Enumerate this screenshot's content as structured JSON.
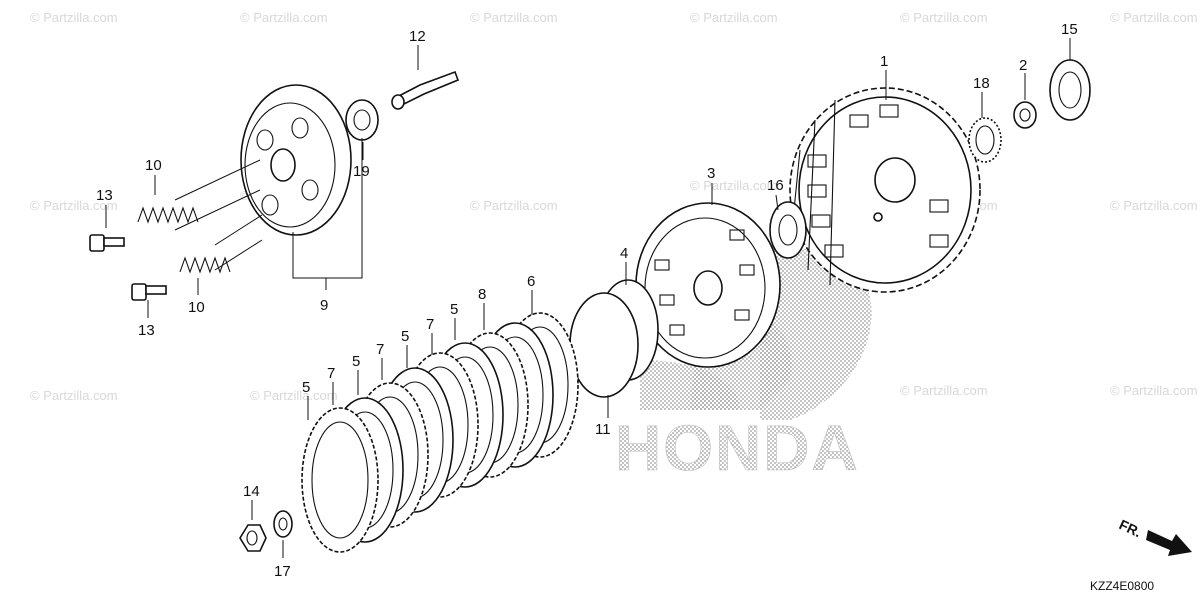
{
  "watermark": "© Partzilla.com",
  "logo_text": "HONDA",
  "diagram_code": "KZZ4E0800",
  "direction_label": "FR.",
  "callouts": {
    "c1": "1",
    "c2": "2",
    "c3": "3",
    "c4": "4",
    "c5a": "5",
    "c5b": "5",
    "c5c": "5",
    "c5d": "5",
    "c6": "6",
    "c7a": "7",
    "c7b": "7",
    "c7c": "7",
    "c8": "8",
    "c9": "9",
    "c10a": "10",
    "c10b": "10",
    "c11": "11",
    "c12": "12",
    "c13a": "13",
    "c13b": "13",
    "c14": "14",
    "c15": "15",
    "c16": "16",
    "c17": "17",
    "c18": "18",
    "c19": "19"
  },
  "icons": {
    "direction_arrow": "arrow-right-down-icon"
  }
}
